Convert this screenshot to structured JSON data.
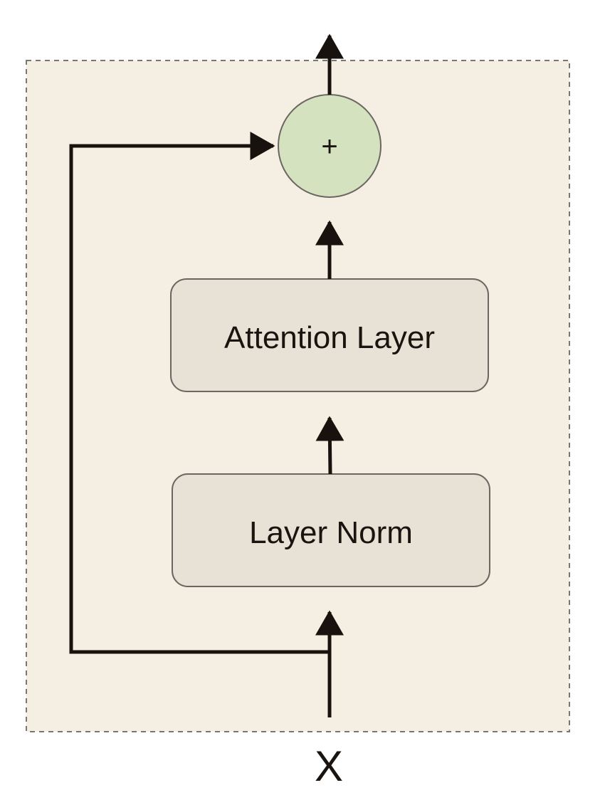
{
  "diagram": {
    "input_label": "X",
    "blocks": {
      "layer_norm": "Layer Norm",
      "attention_layer": "Attention Layer"
    },
    "add_operator": "+"
  },
  "colors": {
    "container_fill": "#f5efe3",
    "container_border": "#7a7670",
    "block_fill": "#e8e1d5",
    "block_border": "#6b6661",
    "add_fill": "#d5e2bf",
    "add_border": "#6b6661",
    "arrow": "#17120d"
  }
}
